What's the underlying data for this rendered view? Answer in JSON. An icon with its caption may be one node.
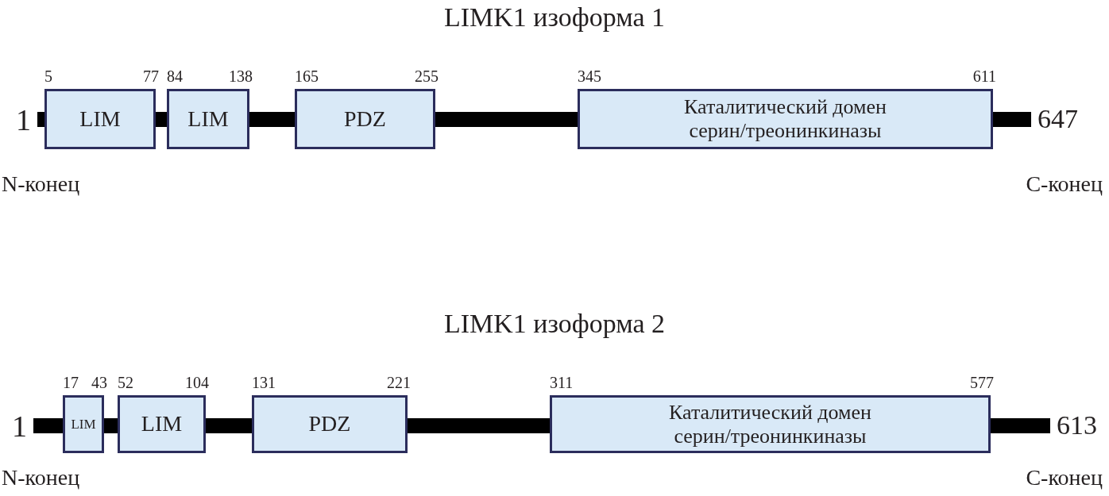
{
  "diagram": {
    "nodes": [
      {
        "text": [],
        "shape": "bar",
        "beside": [
          "1"
        ]
      },
      {
        "text": [
          "LIM"
        ],
        "beside": [
          "5",
          "77"
        ]
      },
      {
        "text": [],
        "shape": "bar"
      },
      {
        "text": [
          "LIM"
        ],
        "beside": [
          "84",
          "138"
        ]
      },
      {
        "text": [],
        "shape": "bar"
      },
      {
        "text": [
          "PDZ"
        ],
        "beside": [
          "165",
          "255"
        ]
      },
      {
        "text": [],
        "shape": "bar"
      },
      {
        "text": [
          "Каталитический домен серин/треонинкиназы"
        ],
        "beside": [
          "345",
          "611"
        ]
      },
      {
        "text": [],
        "shape": "bar",
        "beside": [
          "647"
        ]
      },
      {
        "text": [],
        "shape": "bar",
        "beside": [
          "1"
        ]
      },
      {
        "text": [
          "LIM"
        ],
        "beside": [
          "17",
          "43"
        ]
      },
      {
        "text": [],
        "shape": "bar"
      },
      {
        "text": [
          "LIM"
        ],
        "beside": [
          "52",
          "104"
        ]
      },
      {
        "text": [],
        "shape": "bar"
      },
      {
        "text": [
          "PDZ"
        ],
        "beside": [
          "131",
          "221"
        ]
      },
      {
        "text": [],
        "shape": "bar"
      },
      {
        "text": [
          "Каталитический домен серин/треонинкиназы"
        ],
        "beside": [
          "311",
          "577"
        ]
      },
      {
        "text": [],
        "shape": "bar",
        "beside": [
          "613"
        ]
      }
    ],
    "labels": [
      "LIMK1 изоформа 1",
      "N-конец",
      "C-конец",
      "LIMK1 изоформа 2",
      "N-конец",
      "C-конец"
    ]
  }
}
